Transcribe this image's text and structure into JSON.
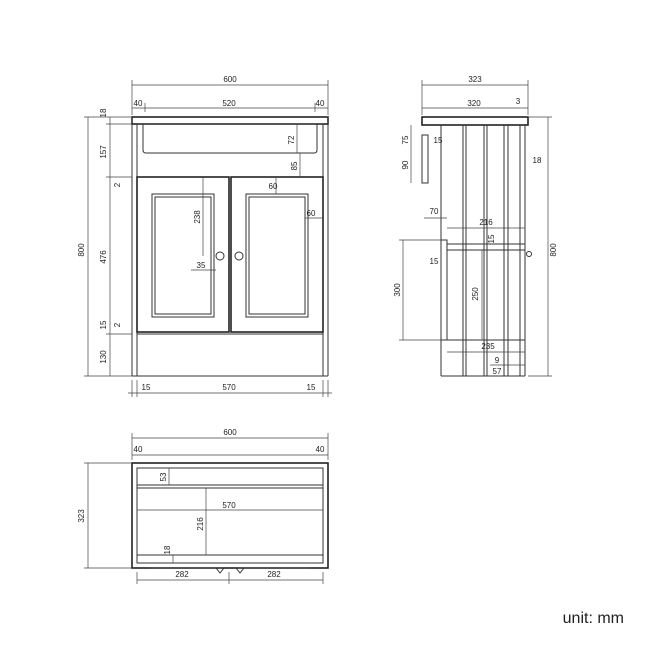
{
  "unit_label": "unit: mm",
  "front_view": {
    "total_width": "600",
    "top_left_overhang": "40",
    "top_inner_width": "520",
    "top_right_overhang": "40",
    "top_thickness": "18",
    "basin_depth": "72",
    "rail_height": "85",
    "top_section_height": "157",
    "frame_gap_top": "2",
    "door_height": "476",
    "handle_offset_v": "238",
    "handle_offset_h": "35",
    "panel_margin_top": "60",
    "panel_margin_side": "60",
    "frame_gap_bottom": "2",
    "bottom_rail": "15",
    "plinth_height": "130",
    "overall_height": "800",
    "leg_left": "15",
    "inner_width": "570",
    "leg_right": "15"
  },
  "side_view": {
    "total_depth": "323",
    "inner_depth": "320",
    "back_gap": "3",
    "top_rail": "75",
    "rail_thickness": "15",
    "rail_drop": "90",
    "door_thickness": "18",
    "shelf_setback": "70",
    "shelf_depth": "216",
    "shelf_thickness": "15",
    "shelf_support": "15",
    "shelf_height": "300",
    "shelf_clearance": "250",
    "base_depth": "235",
    "base_gap": "9",
    "base_back": "57",
    "overall_height": "800"
  },
  "top_view": {
    "total_width": "600",
    "left_overhang": "40",
    "right_overhang": "40",
    "back_rail": "53",
    "inner_width": "570",
    "depth": "323",
    "inner_depth": "216",
    "front_rail": "18",
    "left_half": "282",
    "right_half": "282"
  }
}
